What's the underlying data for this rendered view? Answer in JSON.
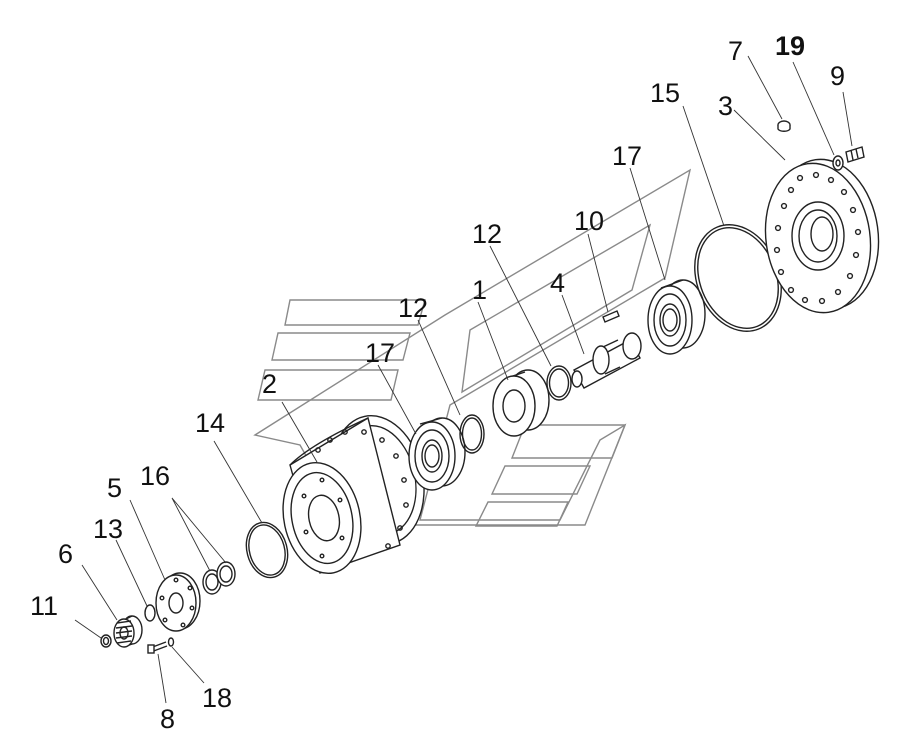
{
  "labels": {
    "l1": "1",
    "l2": "2",
    "l3": "3",
    "l4": "4",
    "l5": "5",
    "l6": "6",
    "l7": "7",
    "l8": "8",
    "l9": "9",
    "l10": "10",
    "l11": "11",
    "l12a": "12",
    "l12b": "12",
    "l13": "13",
    "l14": "14",
    "l15": "15",
    "l16": "16",
    "l17a": "17",
    "l17b": "17",
    "l18": "18",
    "l19": "19"
  }
}
